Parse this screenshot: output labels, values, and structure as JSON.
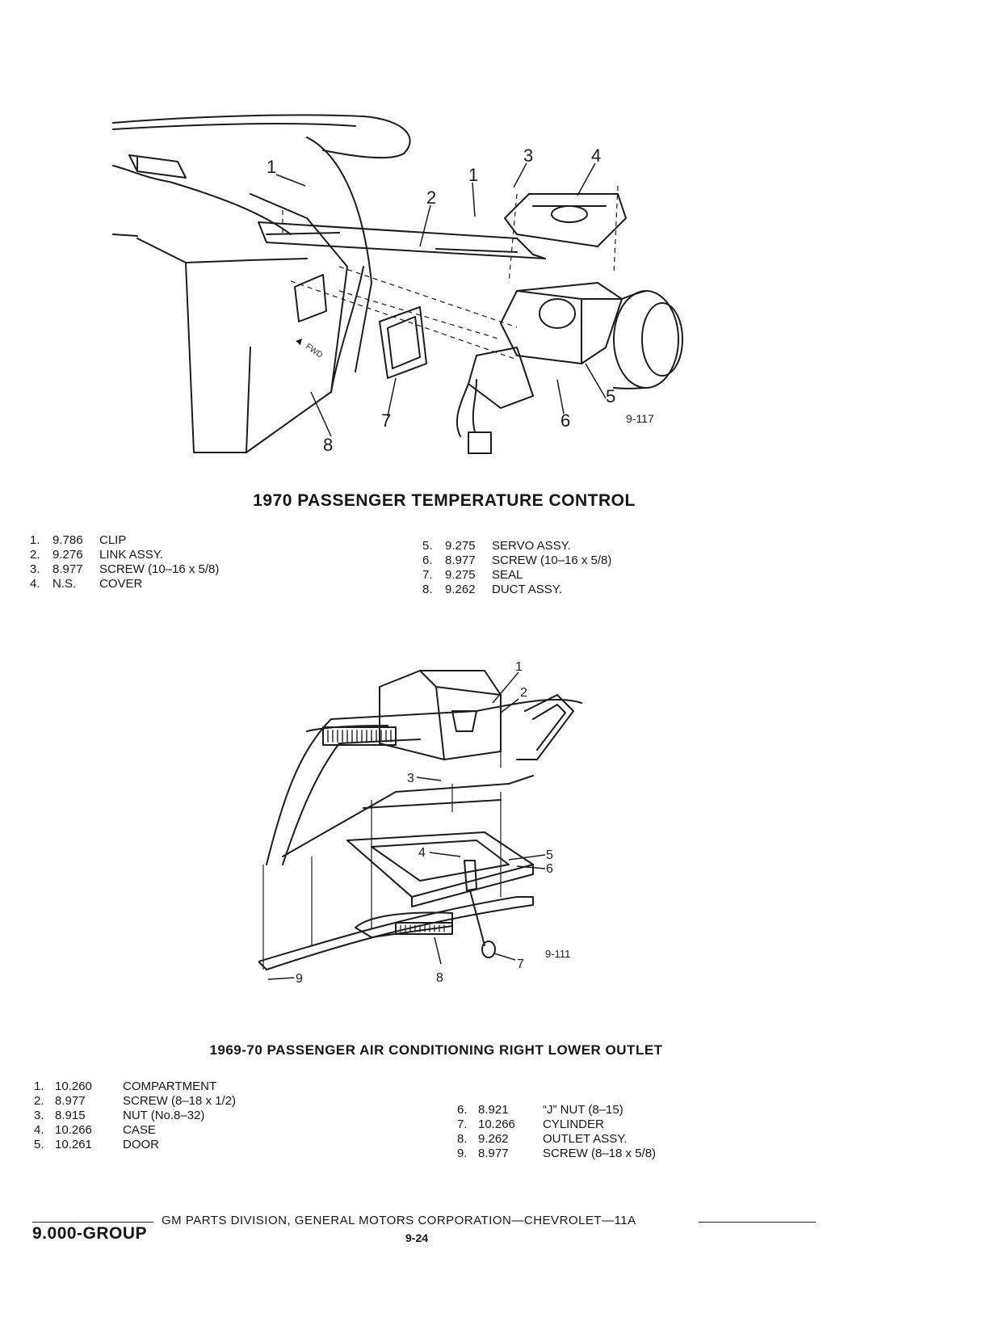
{
  "figure1": {
    "code": "9-117",
    "title": "1970 PASSENGER TEMPERATURE CONTROL",
    "callouts": [
      "1",
      "1",
      "2",
      "3",
      "4",
      "5",
      "6",
      "7",
      "8"
    ],
    "fwd_label": "FWD",
    "parts_left": [
      {
        "num": "1.",
        "part": "9.786",
        "name": "CLIP"
      },
      {
        "num": "2.",
        "part": "9.276",
        "name": "LINK ASSY."
      },
      {
        "num": "3.",
        "part": "8.977",
        "name": "SCREW (10–16 x 5/8)"
      },
      {
        "num": "4.",
        "part": "N.S.",
        "name": "COVER"
      }
    ],
    "parts_right": [
      {
        "num": "5.",
        "part": "9.275",
        "name": "SERVO ASSY."
      },
      {
        "num": "6.",
        "part": "8.977",
        "name": "SCREW (10–16 x 5/8)"
      },
      {
        "num": "7.",
        "part": "9.275",
        "name": "SEAL"
      },
      {
        "num": "8.",
        "part": "9.262",
        "name": "DUCT ASSY."
      }
    ]
  },
  "figure2": {
    "code": "9-111",
    "title": "1969-70 PASSENGER AIR CONDITIONING RIGHT LOWER OUTLET",
    "callouts": [
      "1",
      "2",
      "3",
      "4",
      "5",
      "6",
      "7",
      "8",
      "9"
    ],
    "parts_left": [
      {
        "num": "1.",
        "part": "10.260",
        "name": "COMPARTMENT"
      },
      {
        "num": "2.",
        "part": "8.977",
        "name": "SCREW (8–18 x 1/2)"
      },
      {
        "num": "3.",
        "part": "8.915",
        "name": "NUT (No.8–32)"
      },
      {
        "num": "4.",
        "part": "10.266",
        "name": "CASE"
      },
      {
        "num": "5.",
        "part": "10.261",
        "name": "DOOR"
      }
    ],
    "parts_right": [
      {
        "num": "6.",
        "part": "8.921",
        "name": "“J” NUT (8–15)"
      },
      {
        "num": "7.",
        "part": "10.266",
        "name": "CYLINDER"
      },
      {
        "num": "8.",
        "part": "9.262",
        "name": "OUTLET ASSY."
      },
      {
        "num": "9.",
        "part": "8.977",
        "name": "SCREW (8–18 x 5/8)"
      }
    ]
  },
  "footer": {
    "division": "GM PARTS DIVISION, GENERAL MOTORS CORPORATION—CHEVROLET—11A",
    "group": "9.000-GROUP",
    "page": "9-24"
  }
}
